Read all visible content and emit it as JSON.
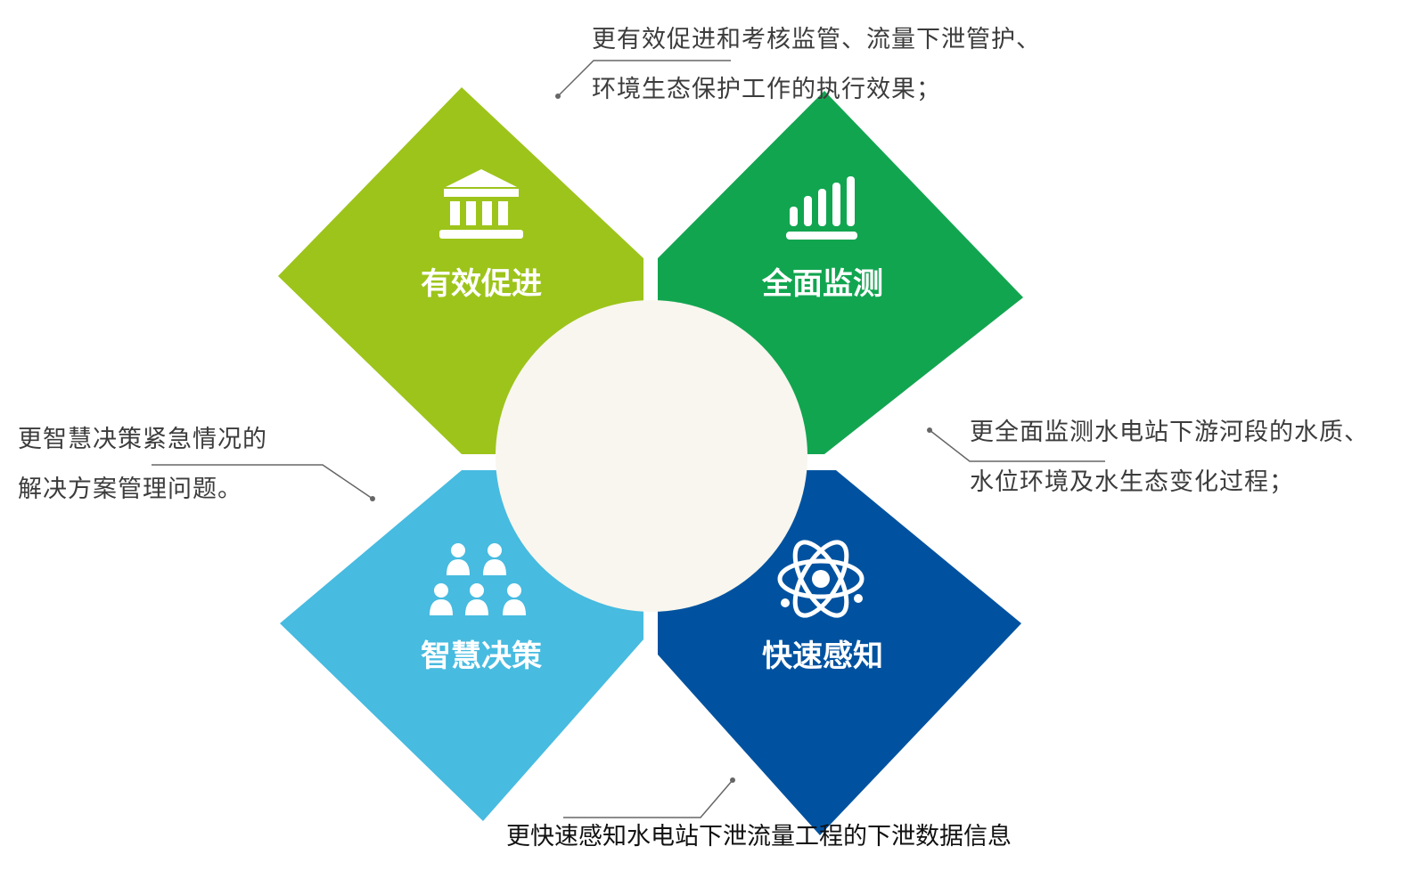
{
  "quadrants": [
    {
      "label": "有效促进",
      "icon": "bank-icon",
      "color": "#9DC41A"
    },
    {
      "label": "全面监测",
      "icon": "bar-chart-icon",
      "color": "#12A550"
    },
    {
      "label": "智慧决策",
      "icon": "people-group-icon",
      "color": "#47BBE0"
    },
    {
      "label": "快速感知",
      "icon": "atom-icon",
      "color": "#0052A0"
    }
  ],
  "center_circle_color": "#F8F6EE",
  "notes": {
    "top": [
      "更有效促进和考核监管、流量下泄管护、",
      "环境生态保护工作的执行效果；"
    ],
    "right": [
      "更全面监测水电站下游河段的水质、",
      "水位环境及水生态变化过程；"
    ],
    "left": [
      "更智慧决策紧急情况的",
      "解决方案管理问题。"
    ],
    "bottom": "更快速感知水电站下泄流量工程的下泄数据信息"
  }
}
